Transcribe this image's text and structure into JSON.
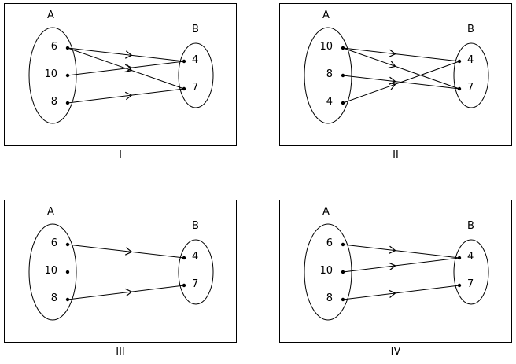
{
  "diagrams": [
    {
      "caption": "I",
      "set_a": {
        "name": "A",
        "elements": [
          "6",
          "10",
          "8"
        ]
      },
      "set_b": {
        "name": "B",
        "elements": [
          "4",
          "7"
        ]
      },
      "mappings": [
        [
          "6",
          "4"
        ],
        [
          "6",
          "7"
        ],
        [
          "10",
          "4"
        ],
        [
          "8",
          "7"
        ]
      ]
    },
    {
      "caption": "II",
      "set_a": {
        "name": "A",
        "elements": [
          "10",
          "8",
          "4"
        ]
      },
      "set_b": {
        "name": "B",
        "elements": [
          "4",
          "7"
        ]
      },
      "mappings": [
        [
          "10",
          "4"
        ],
        [
          "10",
          "7"
        ],
        [
          "8",
          "7"
        ],
        [
          "4",
          "4"
        ]
      ]
    },
    {
      "caption": "III",
      "set_a": {
        "name": "A",
        "elements": [
          "6",
          "10",
          "8"
        ]
      },
      "set_b": {
        "name": "B",
        "elements": [
          "4",
          "7"
        ]
      },
      "mappings": [
        [
          "6",
          "4"
        ],
        [
          "8",
          "7"
        ]
      ]
    },
    {
      "caption": "IV",
      "set_a": {
        "name": "A",
        "elements": [
          "6",
          "10",
          "8"
        ]
      },
      "set_b": {
        "name": "B",
        "elements": [
          "4",
          "7"
        ]
      },
      "mappings": [
        [
          "6",
          "4"
        ],
        [
          "10",
          "4"
        ],
        [
          "8",
          "7"
        ]
      ]
    }
  ]
}
